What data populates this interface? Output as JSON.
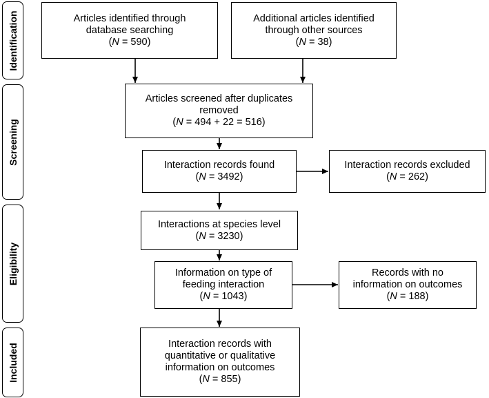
{
  "phases": {
    "identification": "Identification",
    "screening": "Screening",
    "eligibility": "Eligibility",
    "included": "Included"
  },
  "boxes": {
    "database": {
      "line1": "Articles identified through",
      "line2": "database searching",
      "n_prefix": "(",
      "n_var": "N",
      "n_rest": " = 590)"
    },
    "other": {
      "line1": "Additional articles identified",
      "line2": "through other sources",
      "n_prefix": "(",
      "n_var": "N",
      "n_rest": " = 38)"
    },
    "screened": {
      "line1": "Articles screened after duplicates",
      "line2": "removed",
      "n_prefix": "(",
      "n_var": "N",
      "n_rest": " = 494 + 22 = 516)"
    },
    "found": {
      "line1": "Interaction records found",
      "n_prefix": "(",
      "n_var": "N",
      "n_rest": " = 3492)"
    },
    "excluded": {
      "line1": "Interaction records excluded",
      "n_prefix": "(",
      "n_var": "N",
      "n_rest": " =  262)"
    },
    "species": {
      "line1": "Interactions at species level",
      "n_prefix": "(",
      "n_var": "N",
      "n_rest": " = 3230)"
    },
    "feeding": {
      "line1": "Information on type of",
      "line2": "feeding interaction",
      "n_prefix": "(",
      "n_var": "N",
      "n_rest": " = 1043)"
    },
    "no_outcomes": {
      "line1": "Records with no",
      "line2": "information on outcomes",
      "n_prefix": "(",
      "n_var": "N",
      "n_rest": " = 188)"
    },
    "included": {
      "line1": "Interaction records with",
      "line2": "quantitative or qualitative",
      "line3": "information on outcomes",
      "n_prefix": "(",
      "n_var": "N",
      "n_rest": " = 855)"
    }
  }
}
